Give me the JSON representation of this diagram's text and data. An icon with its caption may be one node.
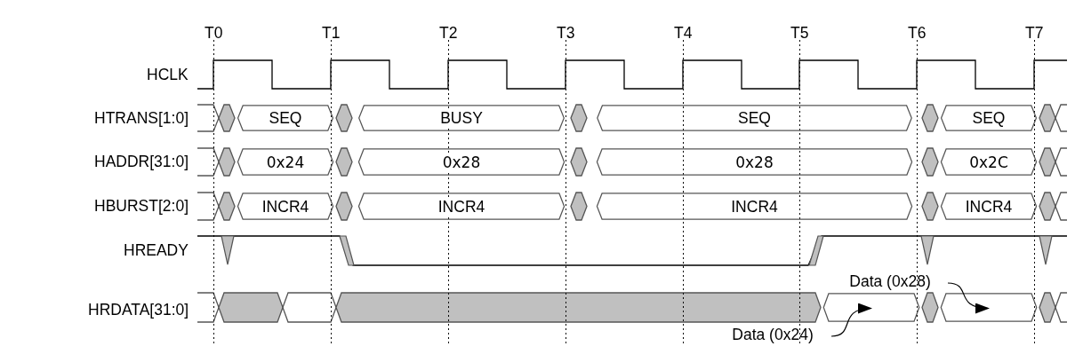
{
  "diagram": {
    "nodes": [
      {
        "text": [
          "SEQ"
        ]
      },
      {
        "text": [
          "BUSY"
        ]
      },
      {
        "text": [
          "SEQ"
        ]
      },
      {
        "text": [
          "SEQ"
        ]
      },
      {
        "text": [
          "0x24"
        ]
      },
      {
        "text": [
          "0x28"
        ]
      },
      {
        "text": [
          "0x28"
        ]
      },
      {
        "text": [
          "0x2C"
        ]
      },
      {
        "text": [
          "INCR4"
        ]
      },
      {
        "text": [
          "INCR4"
        ]
      },
      {
        "text": [
          "INCR4"
        ]
      },
      {
        "text": [
          "INCR4"
        ]
      },
      {
        "text": [
          "Data (0x28)"
        ]
      },
      {
        "text": [],
        "shape": "box"
      },
      {
        "text": [],
        "shape": "box"
      },
      {
        "text": [
          "Data (0x24)"
        ]
      }
    ],
    "edges": [
      {
        "from": 15,
        "to": 13,
        "arrow": "to"
      },
      {
        "from": 12,
        "to": 14,
        "arrow": "to"
      }
    ],
    "labels": [
      "T0",
      "T1",
      "T2",
      "T3",
      "T4",
      "T5",
      "T6",
      "T7",
      "HCLK",
      "HTRANS[1:0]",
      "HADDR[31:0]",
      "HBURST[2:0]",
      "HREADY",
      "HRDATA[31:0]"
    ]
  }
}
